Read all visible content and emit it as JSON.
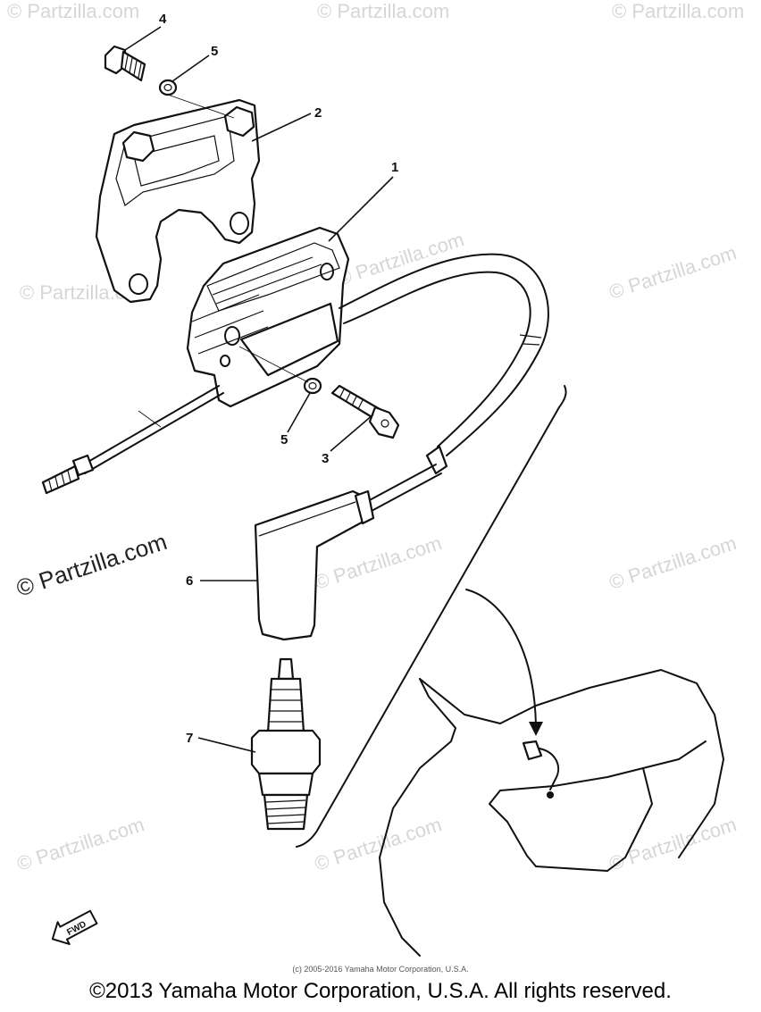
{
  "watermark": {
    "text": "© Partzilla.com",
    "short_text": "© Partzilla.co"
  },
  "callouts": {
    "c1": "1",
    "c2": "2",
    "c3": "3",
    "c4": "4",
    "c5a": "5",
    "c5b": "5",
    "c6": "6",
    "c7": "7"
  },
  "fwd_label": "FWD",
  "small_copyright": "(c) 2005-2016 Yamaha Motor Corporation, U.S.A.",
  "main_copyright": "©2013 Yamaha Motor Corporation, U.S.A. All rights reserved."
}
